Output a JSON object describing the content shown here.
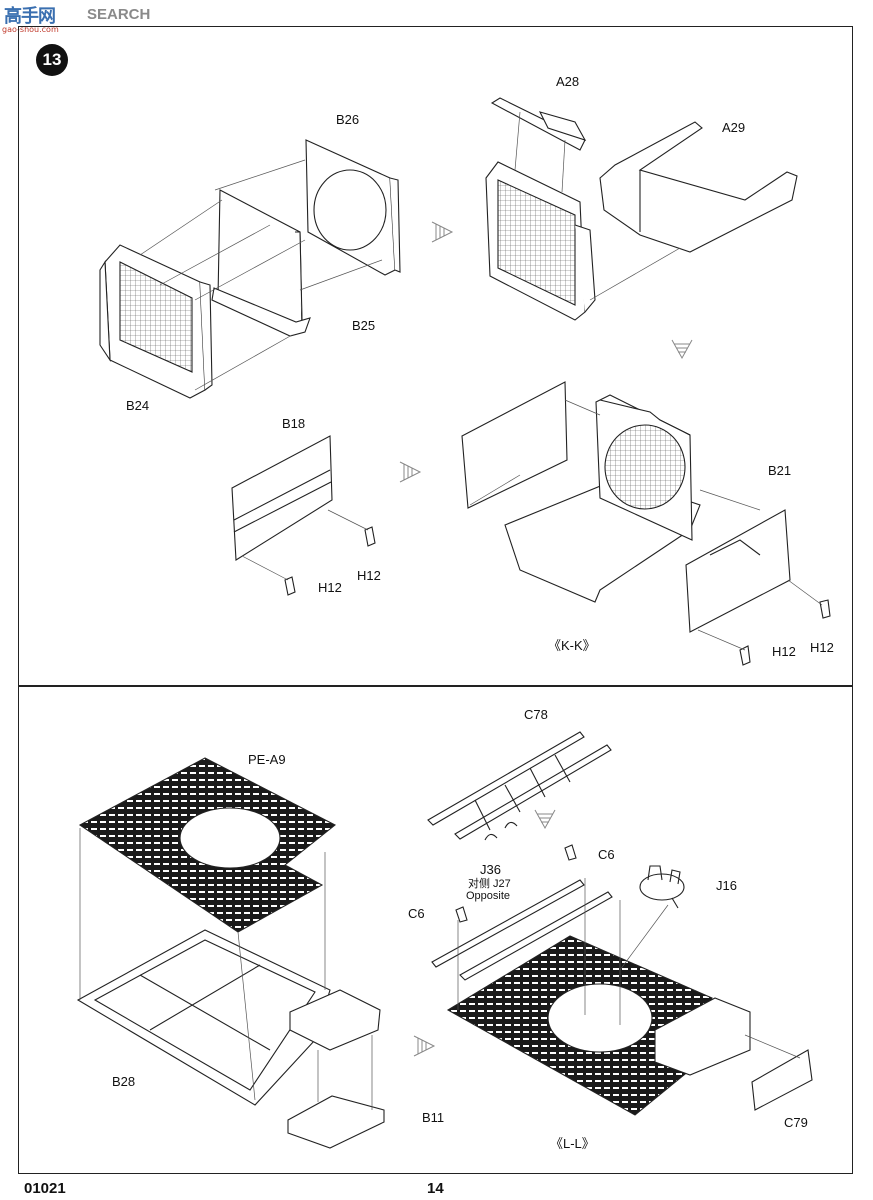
{
  "watermark": {
    "logo": "高手网",
    "brand_suffix": "SEARCH",
    "url": "gao-shou.com"
  },
  "step": {
    "number": "13"
  },
  "parts": {
    "b26": "B26",
    "a28": "A28",
    "a29": "A29",
    "b25": "B25",
    "b24": "B24",
    "b18": "B18",
    "b21": "B21",
    "h12_a": "H12",
    "h12_b": "H12",
    "h12_c": "H12",
    "h12_d": "H12",
    "kk": "《K-K》",
    "pe_a9": "PE-A9",
    "c78": "C78",
    "c6_a": "C6",
    "c6_b": "C6",
    "j16": "J16",
    "j36": "J36",
    "j27_cn": "对侧 J27",
    "j27_en": "Opposite",
    "b28": "B28",
    "b11": "B11",
    "c79": "C79",
    "ll": "《L-L》"
  },
  "footer": {
    "code": "01021",
    "page": "14"
  }
}
